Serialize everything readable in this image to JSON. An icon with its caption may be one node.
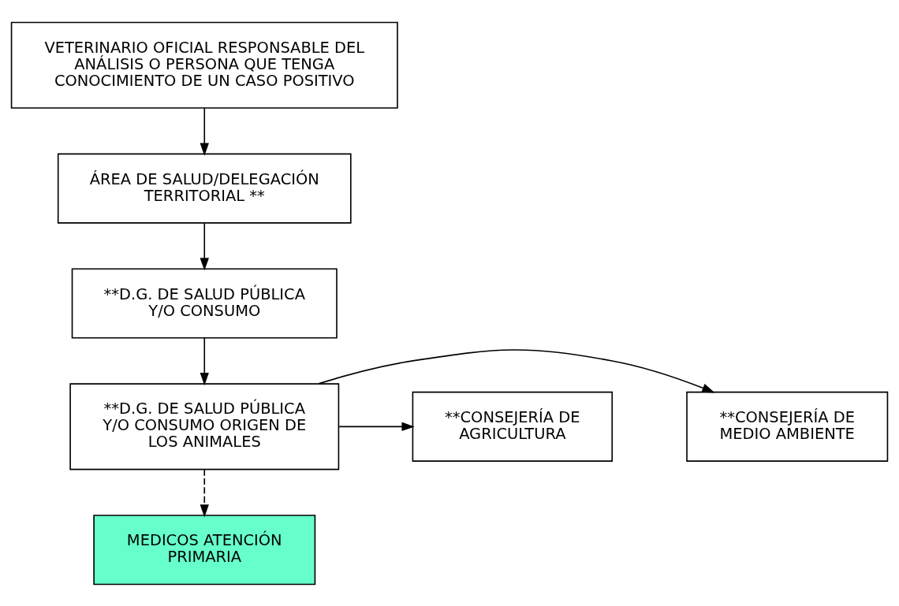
{
  "diagram": {
    "nodes": [
      {
        "text": [
          "VETERINARIO OFICIAL RESPONSABLE DEL ANÁLISIS O PERSONA QUE TENGA CONOCIMIENTO DE UN CASO POSITIVO"
        ]
      },
      {
        "text": [
          "ÁREA DE SALUD/DELEGACIÓN TERRITORIAL **"
        ]
      },
      {
        "text": [
          "**D.G. DE SALUD PÚBLICA Y/O CONSUMO"
        ]
      },
      {
        "text": [
          "**CONSEJERÍA DE MEDIO AMBIENTE"
        ]
      },
      {
        "text": [
          "**D.G. DE SALUD PÚBLICA Y/O CONSUMO ORIGEN DE LOS ANIMALES"
        ]
      },
      {
        "text": [
          "**CONSEJERÍA DE AGRICULTURA"
        ]
      },
      {
        "text": [
          "MEDICOS ATENCIÓN PRIMARIA"
        ]
      }
    ],
    "edges": [
      {
        "from": 0,
        "to": 1,
        "arrow": "to"
      },
      {
        "from": 1,
        "to": 2,
        "arrow": "to"
      },
      {
        "from": 2,
        "to": 4,
        "arrow": "to"
      },
      {
        "from": 4,
        "to": 3,
        "arrow": "to"
      },
      {
        "from": 4,
        "to": 5,
        "arrow": "to"
      },
      {
        "from": 4,
        "to": 6,
        "arrow": "to",
        "style": "dashed"
      }
    ]
  }
}
